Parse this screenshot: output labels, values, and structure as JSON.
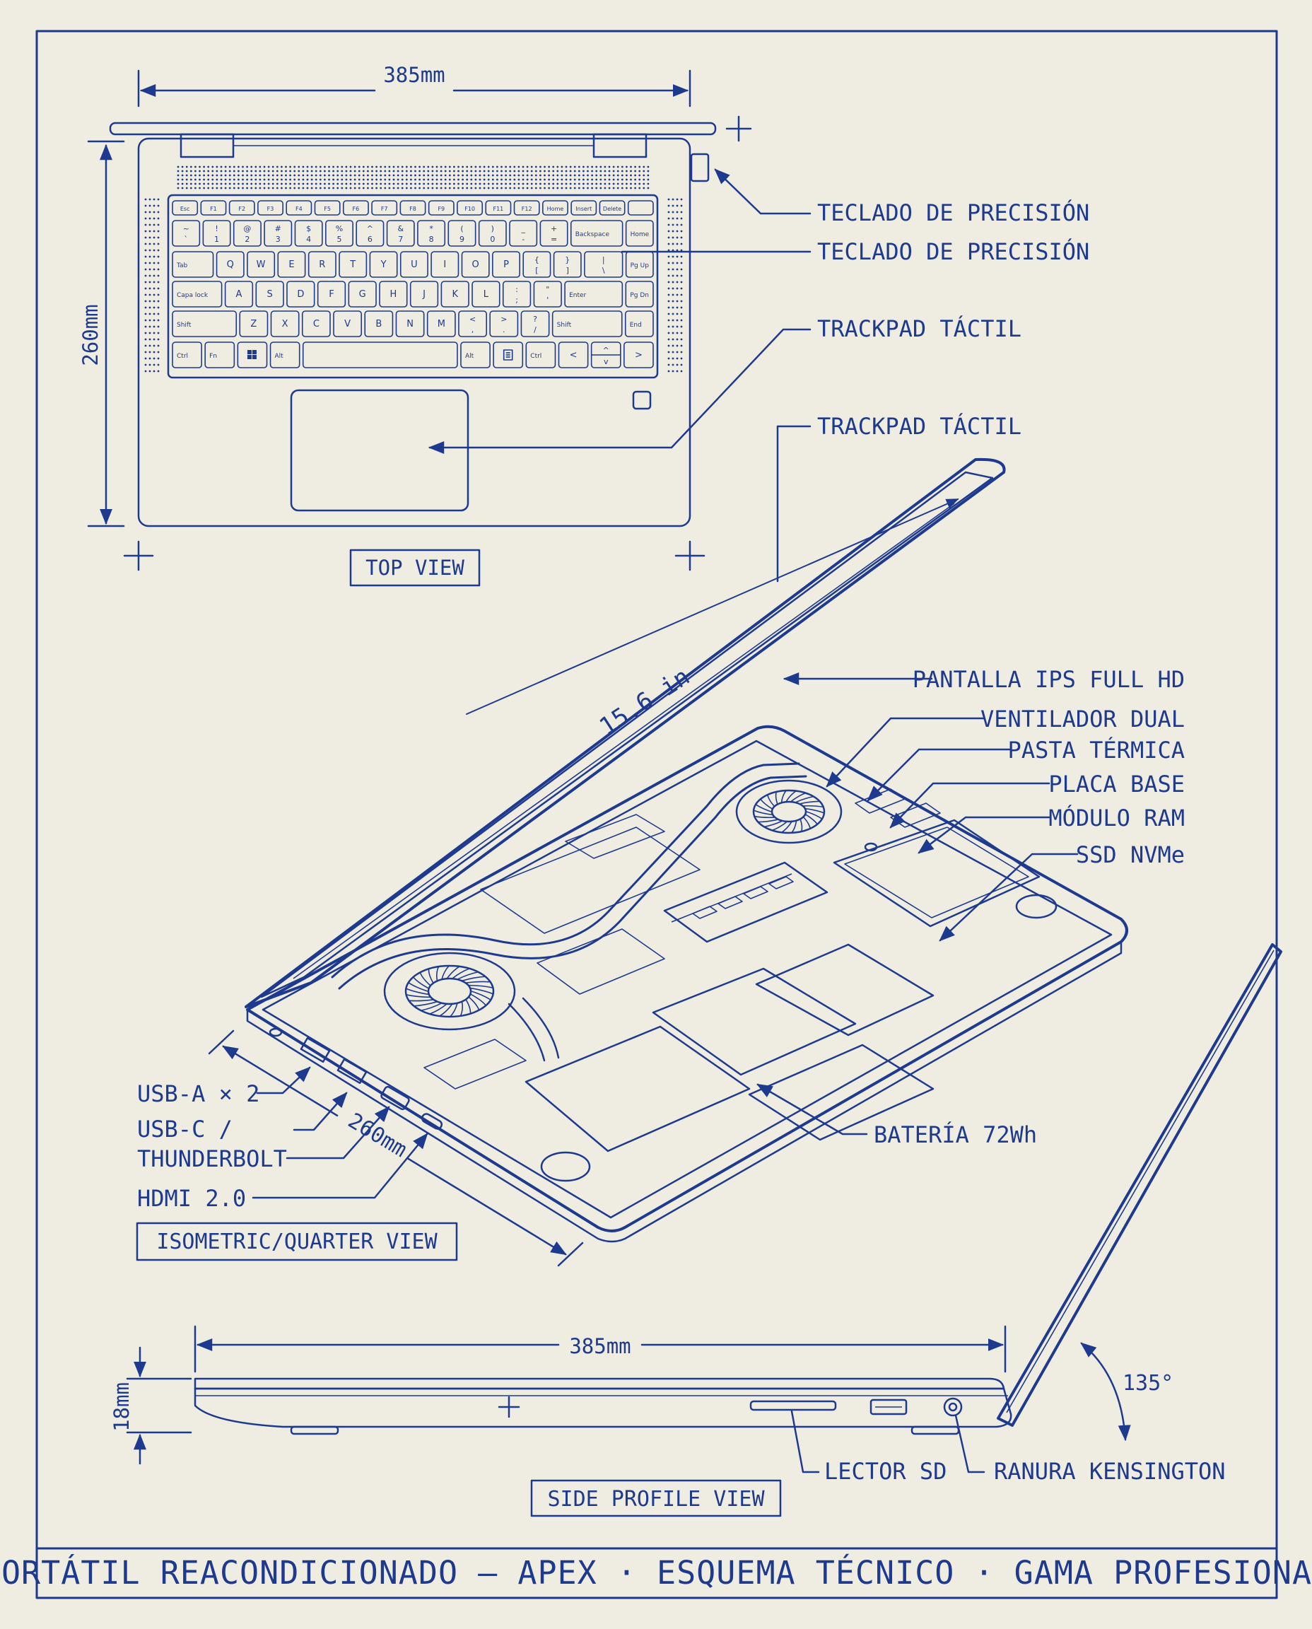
{
  "views": {
    "top": {
      "title": "TOP VIEW",
      "width_dim": "385mm",
      "depth_dim": "260mm",
      "callouts": {
        "keyboard_1": "TECLADO DE PRECISIÓN",
        "keyboard_2": "TECLADO DE PRECISIÓN",
        "trackpad_1": "TRACKPAD TÁCTIL",
        "trackpad_2": "TRACKPAD TÁCTIL"
      },
      "keyboard_rows": [
        [
          "Esc",
          "F1",
          "F2",
          "F3",
          "F4",
          "F5",
          "F6",
          "F7",
          "F8",
          "F9",
          "F10",
          "F11",
          "F12",
          "Home",
          "Insert",
          "Delete",
          ""
        ],
        [
          "~\n`",
          "!\n1",
          "@\n2",
          "#\n3",
          "$\n4",
          "%\n5",
          "^\n6",
          "&\n7",
          "*\n8",
          "(\n9",
          ")\n0",
          "_\n-",
          "+\n=",
          "Backspace",
          "Home"
        ],
        [
          "Tab",
          "Q",
          "W",
          "E",
          "R",
          "T",
          "Y",
          "U",
          "I",
          "O",
          "P",
          "{\n[",
          "}\n]",
          "|\n\\",
          "Pg Up"
        ],
        [
          "Capa lock",
          "A",
          "S",
          "D",
          "F",
          "G",
          "H",
          "J",
          "K",
          "L",
          ":\n;",
          "\"\n'",
          "Enter",
          "Pg Dn"
        ],
        [
          "Shift",
          "Z",
          "X",
          "C",
          "V",
          "B",
          "N",
          "M",
          "<\n,",
          ">\n.",
          "?\n/",
          "Shift",
          "End"
        ],
        [
          "Ctrl",
          "Fn",
          "win-icon",
          "Alt",
          "",
          "Alt",
          "menu-icon",
          "Ctrl",
          "<",
          "^v",
          ">"
        ]
      ]
    },
    "iso": {
      "title": "ISOMETRIC/QUARTER VIEW",
      "screen_size": "15.6 in",
      "depth_dim": "260mm",
      "callouts": {
        "screen": "PANTALLA IPS FULL HD",
        "fan": "VENTILADOR DUAL",
        "paste": "PASTA TÉRMICA",
        "board": "PLACA BASE",
        "ram": "MÓDULO RAM",
        "ssd": "SSD NVMe",
        "battery": "BATERÍA 72Wh",
        "usba": "USB-A × 2",
        "usbc_1": "USB-C /",
        "usbc_2": "THUNDERBOLT",
        "hdmi": "HDMI 2.0"
      }
    },
    "side": {
      "title": "SIDE PROFILE VIEW",
      "width_dim": "385mm",
      "height_dim": "18mm",
      "angle": "135°",
      "callouts": {
        "sd": "LECTOR SD",
        "kensington": "RANURA KENSINGTON"
      }
    }
  },
  "footer": "PORTÁTIL REACONDICIONADO — APEX · ESQUEMA TÉCNICO · GAMA PROFESIONAL",
  "colors": {
    "ink": "#1e3a8f",
    "paper": "#efece2"
  }
}
